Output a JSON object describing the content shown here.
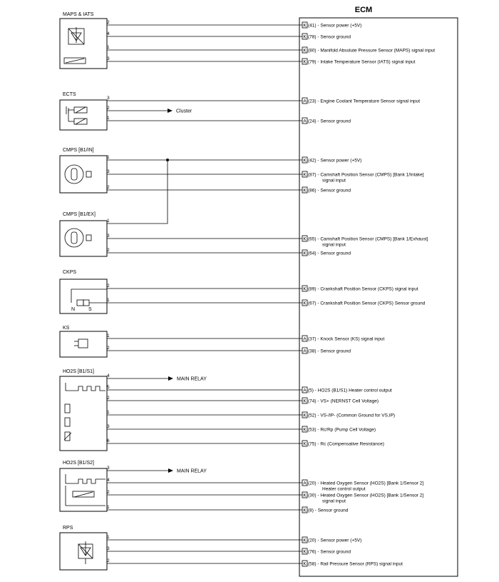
{
  "ecm_title": "ECM",
  "sensors": [
    {
      "label": "MAPS & IATS",
      "connections": [
        {
          "pin": "2",
          "terminal": "K",
          "num": "41",
          "desc": "Sensor power (+5V)"
        },
        {
          "pin": "4",
          "terminal": "K",
          "num": "78",
          "desc": "Sensor ground"
        },
        {
          "pin": "1",
          "terminal": "K",
          "num": "80",
          "desc": "Manifold Absolute Pressure Sensor (MAPS) signal input"
        },
        {
          "pin": "3",
          "terminal": "K",
          "num": "79",
          "desc": "Intake Temperature Sensor (IATS) signal input"
        }
      ]
    },
    {
      "label": "ECTS",
      "connections": [
        {
          "pin": "3",
          "terminal": "A",
          "num": "23",
          "desc": "Engine Coolant Temperature Sensor signal input"
        },
        {
          "pin": "2",
          "terminal": "",
          "num": "",
          "desc": "",
          "external": "Cluster"
        },
        {
          "pin": "1",
          "terminal": "A",
          "num": "24",
          "desc": "Sensor ground"
        }
      ]
    },
    {
      "label": "CMPS [B1/IN]",
      "connections": [
        {
          "pin": "1",
          "terminal": "K",
          "num": "42",
          "desc": "Sensor power (+5V)"
        },
        {
          "pin": "3",
          "terminal": "K",
          "num": "87",
          "desc": "Camshaft Position Sensor (CMPS) [Bank 1/Intake]",
          "desc2": "signal input"
        },
        {
          "pin": "2",
          "terminal": "K",
          "num": "86",
          "desc": "Sensor ground"
        }
      ]
    },
    {
      "label": "CMPS [B1/EX]",
      "connections": [
        {
          "pin": "1",
          "terminal": "",
          "num": "",
          "desc": ""
        },
        {
          "pin": "3",
          "terminal": "K",
          "num": "65",
          "desc": "Camshaft Position Sensor (CMPS) [Bank 1/Exhaust]",
          "desc2": "signal input"
        },
        {
          "pin": "2",
          "terminal": "K",
          "num": "64",
          "desc": "Sensor ground"
        }
      ]
    },
    {
      "label": "CKPS",
      "connections": [
        {
          "pin": "2",
          "terminal": "K",
          "num": "89",
          "desc": "Crankshaft Position Sensor (CKPS) signal input"
        },
        {
          "pin": "1",
          "terminal": "K",
          "num": "67",
          "desc": "Crankshaft Position Sensor (CKPS) Sensor ground"
        }
      ]
    },
    {
      "label": "KS",
      "connections": [
        {
          "pin": "1",
          "terminal": "A",
          "num": "37",
          "desc": "Knock Sensor (KS) signal input"
        },
        {
          "pin": "2",
          "terminal": "A",
          "num": "38",
          "desc": "Sensor ground"
        }
      ]
    },
    {
      "label": "HO2S [B1/S1]",
      "connections": [
        {
          "pin": "4",
          "terminal": "",
          "num": "",
          "desc": "",
          "external": "MAIN RELAY"
        },
        {
          "pin": "5",
          "terminal": "A",
          "num": "5",
          "desc": "HO2S (B1/S1) Heater control output"
        },
        {
          "pin": "2",
          "terminal": "K",
          "num": "74",
          "desc": "VS+ (NERNST Cell Voltage)"
        },
        {
          "pin": "1",
          "terminal": "K",
          "num": "52",
          "desc": "VS-/IP- (Common Ground for VS,IP)"
        },
        {
          "pin": "3",
          "terminal": "K",
          "num": "53",
          "desc": "Rc/Rp (Pump Cell Voltage)"
        },
        {
          "pin": "6",
          "terminal": "K",
          "num": "75",
          "desc": "Rc (Compensative Resistance)"
        }
      ]
    },
    {
      "label": "HO2S [B1/S2]",
      "connections": [
        {
          "pin": "3",
          "terminal": "",
          "num": "",
          "desc": "",
          "external": "MAIN RELAY"
        },
        {
          "pin": "4",
          "terminal": "A",
          "num": "20",
          "desc": "Heated Oxygen Sensor (HO2S) [Bank 1/Sensor 2]",
          "desc2": "Heater control output"
        },
        {
          "pin": "2",
          "terminal": "K",
          "num": "30",
          "desc": "Heated Oxygen Sensor (HO2S) [Bank 1/Sensor 2]",
          "desc2": "signal input"
        },
        {
          "pin": "1",
          "terminal": "K",
          "num": "8",
          "desc": "Sensor ground"
        }
      ]
    },
    {
      "label": "RPS",
      "connections": [
        {
          "pin": "1",
          "terminal": "K",
          "num": "20",
          "desc": "Sensor power (+5V)"
        },
        {
          "pin": "3",
          "terminal": "K",
          "num": "76",
          "desc": "Sensor ground"
        },
        {
          "pin": "2",
          "terminal": "K",
          "num": "58",
          "desc": "Rail Pressure Sensor (RPS) signal input"
        }
      ]
    }
  ],
  "ground_markers": {
    "n": "N",
    "s": "S"
  }
}
